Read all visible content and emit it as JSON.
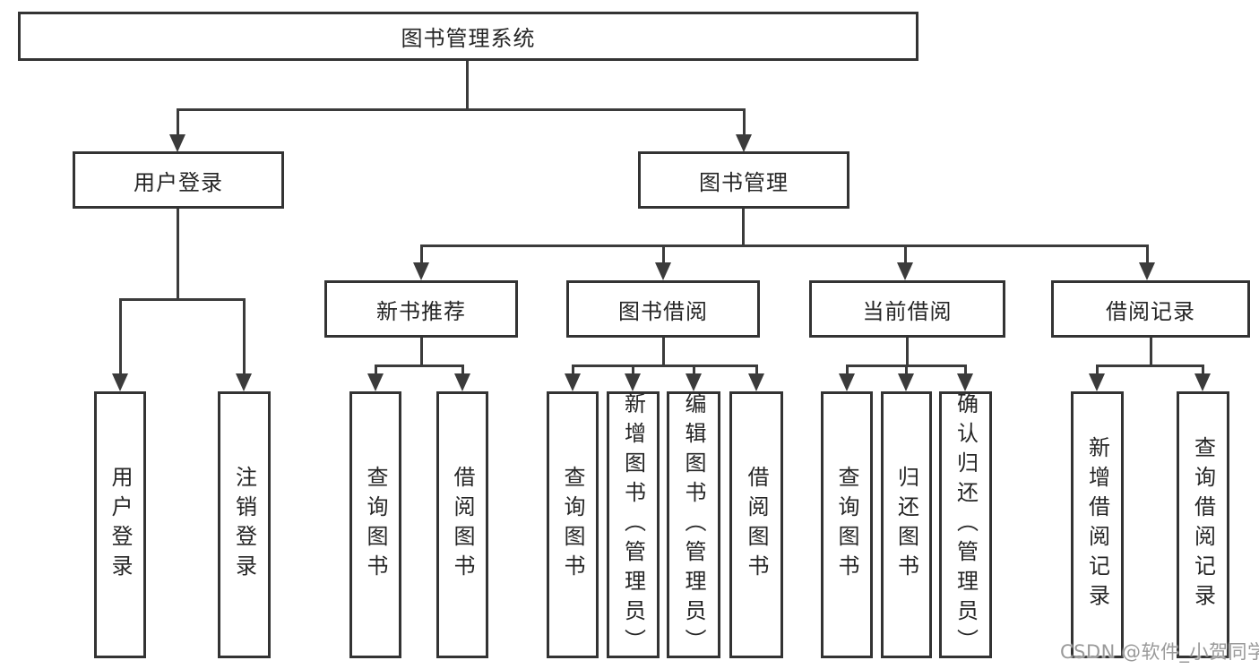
{
  "diagram": {
    "root": {
      "label": "图书管理系统"
    },
    "level2": {
      "user_login": {
        "label": "用户登录"
      },
      "book_mgmt": {
        "label": "图书管理"
      }
    },
    "level3": {
      "new_book": {
        "label": "新书推荐"
      },
      "borrow": {
        "label": "图书借阅"
      },
      "current": {
        "label": "当前借阅"
      },
      "history": {
        "label": "借阅记录"
      }
    },
    "leaves": {
      "user_login": {
        "login": "用户登录",
        "logout": "注销登录"
      },
      "new_book": {
        "query": "查询图书",
        "borrow": "借阅图书"
      },
      "borrow": {
        "query": "查询图书",
        "add": "新增图书（管理员）",
        "edit": "编辑图书（管理员）",
        "lend": "借阅图书"
      },
      "current": {
        "query": "查询图书",
        "return": "归还图书",
        "confirm": "确认归还（管理员）"
      },
      "history": {
        "add": "新增借阅记录",
        "query": "查询借阅记录"
      }
    }
  },
  "watermark": {
    "text": "CSDN @软件_小贺同学"
  },
  "colors": {
    "line": "#3b3b3b",
    "border": "#333333",
    "text": "#262626",
    "background": "#ffffff",
    "watermark": "#9a9a9a"
  }
}
